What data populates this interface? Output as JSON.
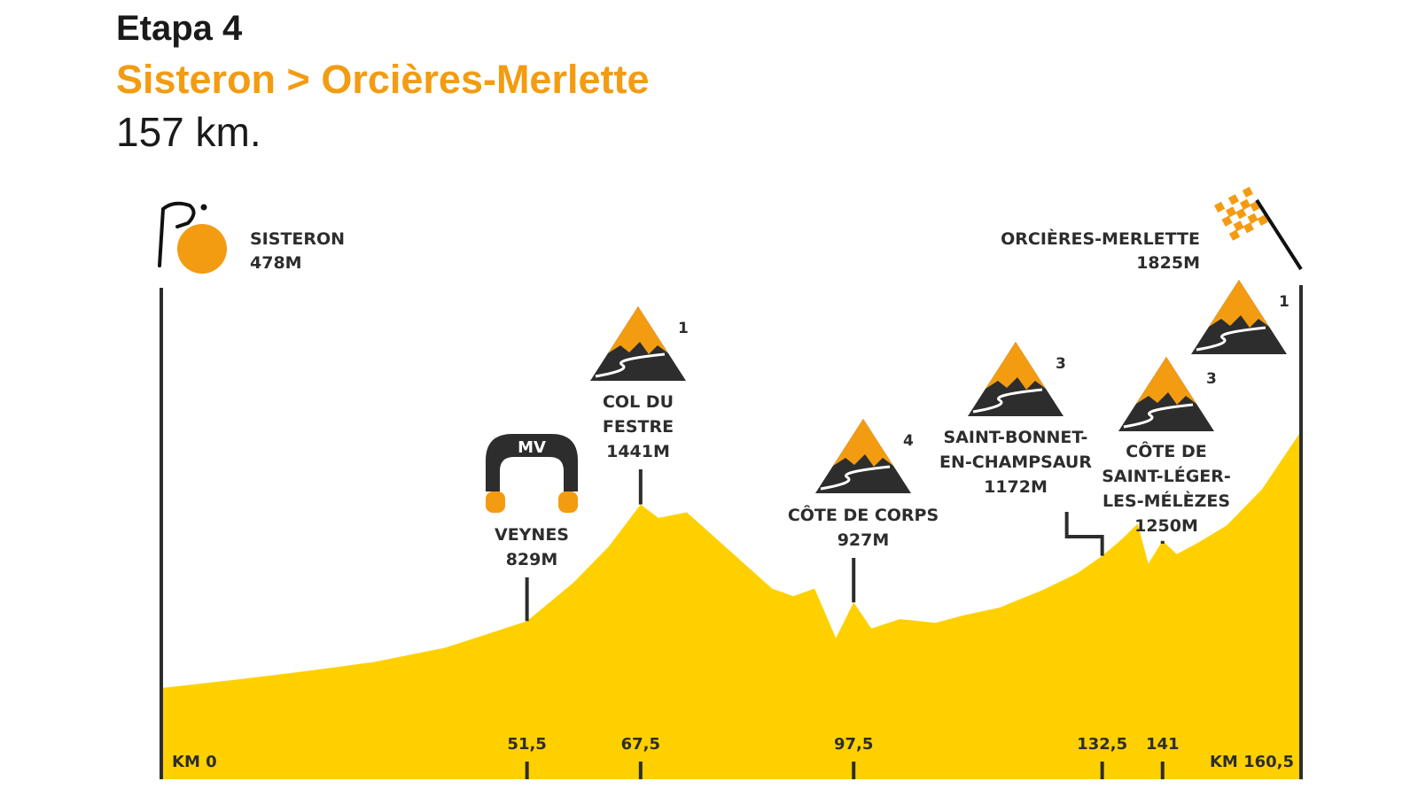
{
  "header": {
    "stage": "Etapa 4",
    "route": "Sisteron > Orcières-Merlette",
    "distance": "157 km."
  },
  "colors": {
    "profile_fill": "#ffd000",
    "accent": "#f39c12",
    "dark": "#2d2d2d"
  },
  "chart_data": {
    "type": "area",
    "title": "",
    "xlabel": "",
    "ylabel": "",
    "xlim": [
      0,
      160.5
    ],
    "ylim": [
      0,
      2600
    ],
    "grid": false,
    "x": [
      0,
      10,
      20,
      30,
      40,
      51.5,
      58,
      63,
      67.5,
      70,
      74,
      80,
      86,
      89,
      92,
      95,
      97.5,
      100,
      104,
      109,
      113,
      118,
      124,
      129,
      132.5,
      135,
      137.5,
      139,
      141,
      143,
      146,
      150,
      155,
      160.5
    ],
    "y": [
      478,
      520,
      565,
      615,
      690,
      829,
      1030,
      1220,
      1441,
      1370,
      1400,
      1200,
      1000,
      960,
      1000,
      740,
      927,
      790,
      840,
      820,
      860,
      900,
      990,
      1080,
      1172,
      1250,
      1340,
      1130,
      1250,
      1180,
      1240,
      1330,
      1520,
      1825
    ],
    "km_start_label": "KM 0",
    "km_end_label": "KM 160,5",
    "start": {
      "name": "SISTERON",
      "elevation": "478M"
    },
    "finish": {
      "name": "ORCIÈRES-MERLETTE",
      "elevation": "1825M"
    },
    "points": [
      {
        "km": 51.5,
        "km_label": "51,5",
        "lines": [
          "VEYNES",
          "829M"
        ],
        "type": "sprint",
        "badge": "MV"
      },
      {
        "km": 67.5,
        "km_label": "67,5",
        "lines": [
          "COL DU",
          "FESTRE",
          "1441M"
        ],
        "type": "climb",
        "category": "1"
      },
      {
        "km": 97.5,
        "km_label": "97,5",
        "lines": [
          "CÔTE DE CORPS",
          "927M"
        ],
        "type": "climb",
        "category": "4"
      },
      {
        "km": 132.5,
        "km_label": "132,5",
        "lines": [
          "SAINT-BONNET-",
          "EN-CHAMPSAUR",
          "1172M"
        ],
        "type": "climb",
        "category": "3"
      },
      {
        "km": 141,
        "km_label": "141",
        "lines": [
          "CÔTE DE",
          "SAINT-LÉGER-",
          "LES-MÉLÈZES",
          "1250M"
        ],
        "type": "climb",
        "category": "3"
      }
    ],
    "finish_category": "1"
  }
}
